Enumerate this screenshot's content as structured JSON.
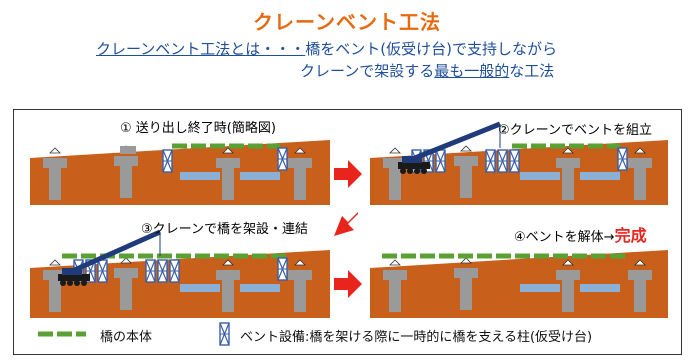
{
  "title": "クレーンベント工法",
  "subtitle": {
    "line1_underlined": "クレーンベント工法とは・・・",
    "line1_rest": "橋をベント(仮受け台)で支持しながら",
    "line2_pre": "クレーンで架設する",
    "line2_underlined": "最も一般的",
    "line2_post": "な工法"
  },
  "steps": {
    "step1": "① 送り出し終了時(簡略図)",
    "step2": "②クレーンでベントを組立",
    "step3": "③クレーンで橋を架設・連結",
    "step4_text": "④ベントを解体→",
    "step4_emph": "完成"
  },
  "legend": {
    "girder": "橋の本体",
    "bent": "ベント設備:橋を架ける際に一時的に橋を支える柱(仮受け台)"
  },
  "colors": {
    "ground": "#c8601c",
    "pier": "#9a9a9a",
    "girder": "#5aa032",
    "bent": "#3a5fa8",
    "water": "#8bb0d6",
    "arrow": "#e8241d",
    "crane": "#1f3b7a"
  }
}
